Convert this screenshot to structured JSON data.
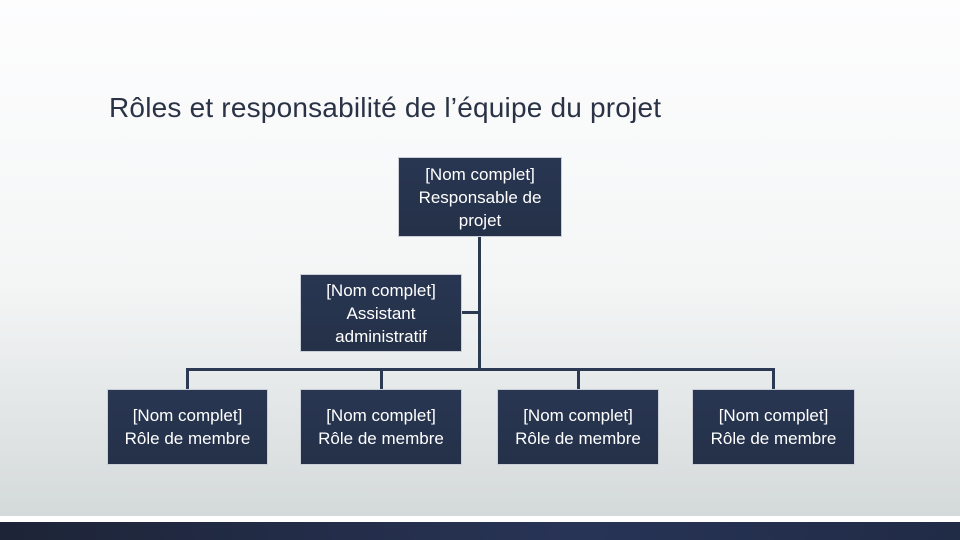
{
  "slide": {
    "title": "Rôles et responsabilité de l’équipe du projet"
  },
  "org_chart": {
    "manager": {
      "name": "[Nom complet]",
      "role": "Responsable de projet"
    },
    "assistant": {
      "name": "[Nom complet]",
      "role": "Assistant administratif"
    },
    "members": [
      {
        "name": "[Nom complet]",
        "role": "Rôle de membre"
      },
      {
        "name": "[Nom complet]",
        "role": "Rôle de membre"
      },
      {
        "name": "[Nom complet]",
        "role": "Rôle de membre"
      },
      {
        "name": "[Nom complet]",
        "role": "Rôle de membre"
      }
    ]
  },
  "colors": {
    "title_text": "#2a3345",
    "box_fill": "#293652",
    "box_fill_dark": "#243148",
    "box_border": "#c9ced8",
    "box_text": "#ffffff",
    "connector": "#2b3952",
    "footer_bar_left": "#1d2437",
    "footer_bar_mid": "#283456",
    "footer_bar_right": "#202b46",
    "background_top": "#fdfdfe",
    "background_bottom": "#d4d9d9"
  }
}
